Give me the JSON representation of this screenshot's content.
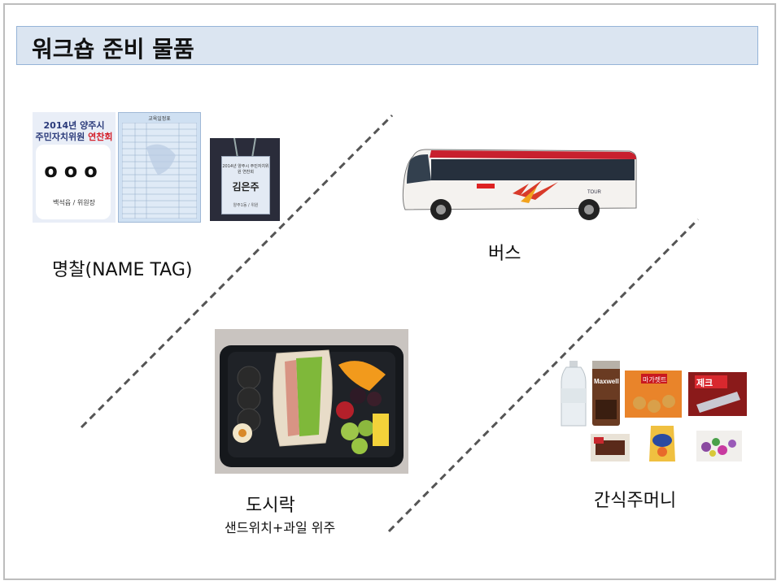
{
  "slide": {
    "title": "워크숍 준비 물품"
  },
  "items": {
    "name_tag": {
      "caption": "명찰(NAME TAG)",
      "card_header_line1": "2014년 양주시",
      "card_header_line2a": "주민자치위원 ",
      "card_header_line2b": "연찬회",
      "card_name": "ooo",
      "card_role": "백석읍 / 위원장",
      "schedule_header": "교육일정표",
      "badge_line1": "2014년 양주시 주민자치위원 연찬회",
      "badge_name": "김은주",
      "badge_line2": "양주1동 / 위원"
    },
    "bus": {
      "caption": "버스",
      "side_text": "TOUR"
    },
    "lunch": {
      "caption": "도시락",
      "subcaption": "샌드위치+과일 위주"
    },
    "snacks": {
      "caption": "간식주머니",
      "maxwell_label": "Maxwell",
      "box_label": "마가렛트",
      "choco_label": "제크"
    }
  },
  "colors": {
    "title_bar_bg": "#dbe5f1",
    "title_bar_border": "#95b3d7",
    "separator": "#555555"
  }
}
